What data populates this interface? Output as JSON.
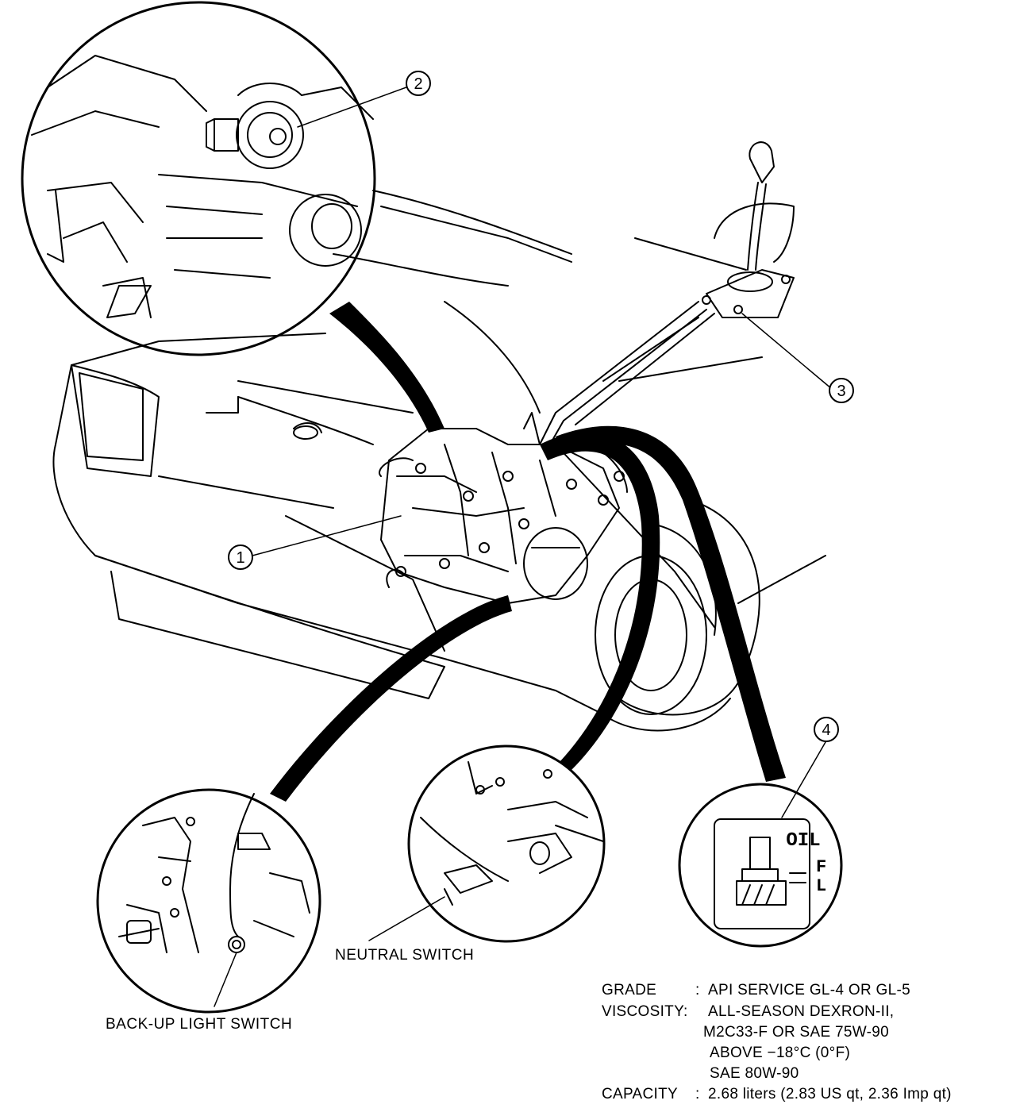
{
  "callouts": {
    "c1": "1",
    "c2": "2",
    "c3": "3",
    "c4": "4"
  },
  "labels": {
    "neutral_switch": "NEUTRAL SWITCH",
    "backup_light_switch": "BACK-UP LIGHT SWITCH"
  },
  "oil_icon": {
    "title": "OIL",
    "full": "F",
    "low": "L"
  },
  "spec": {
    "grade_key": "GRADE",
    "grade_sep": ":",
    "grade_value": "API SERVICE GL-4 OR GL-5",
    "viscosity_key": "VISCOSITY:",
    "viscosity_line1": "ALL-SEASON DEXRON-II,",
    "viscosity_line2": "M2C33-F OR SAE 75W-90",
    "viscosity_line3": "ABOVE −18°C (0°F)",
    "viscosity_line4": "SAE 80W-90",
    "capacity_key": "CAPACITY",
    "capacity_sep": ":",
    "capacity_value": "2.68 liters (2.83 US qt, 2.36 Imp qt)"
  }
}
